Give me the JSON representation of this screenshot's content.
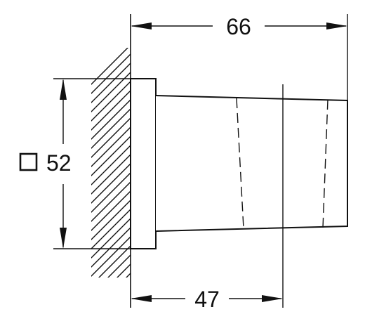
{
  "drawing": {
    "dimension_width_total": "66",
    "dimension_height": "52",
    "dimension_width_partial": "47",
    "square_symbol_icon": "square-cross-section-icon",
    "line_color": "#111111",
    "background_color": "#ffffff"
  }
}
